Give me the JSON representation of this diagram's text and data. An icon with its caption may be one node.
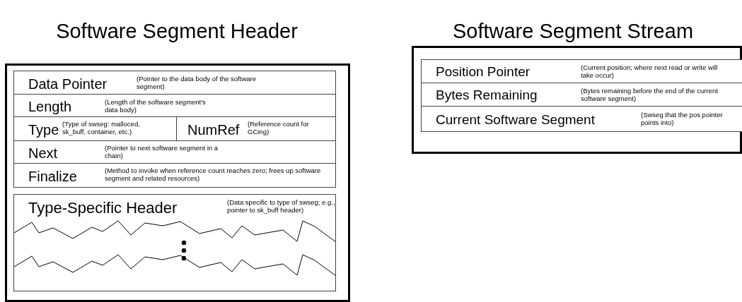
{
  "diagram": {
    "nodes": [
      {
        "text": [
          "Software Segment Header"
        ]
      },
      {
        "text": [
          "Data Pointer",
          "(Pointer to the data body of the software segment)"
        ],
        "in": 0
      },
      {
        "text": [
          "Length",
          "(Length of the software segment's data body)"
        ],
        "in": 0
      },
      {
        "text": [
          "Type",
          "(Type of swseg: malloced, sk_buff, container, etc.)"
        ],
        "in": 0
      },
      {
        "text": [
          "NumRef",
          "(Reference count for GCing)"
        ],
        "in": 0
      },
      {
        "text": [
          "Next",
          "(Pointer to next software segment in a chain)"
        ],
        "in": 0
      },
      {
        "text": [
          "Finalize",
          "(Method to invoke when reference count reaches zero; frees up software segment and related resources)"
        ],
        "in": 0
      },
      {
        "text": [
          "Type-Specific Header",
          "(Data specific to type of swseg; e.g., pointer to sk_buff header)"
        ],
        "in": 0
      },
      {
        "text": [
          "Software Segment Stream"
        ]
      },
      {
        "text": [
          "Position Pointer",
          "(Current position; where next read or write will take occur)"
        ],
        "in": 8
      },
      {
        "text": [
          "Bytes Remaining",
          "(Bytes remaining before the end of the current software segment)"
        ],
        "in": 8
      },
      {
        "text": [
          "Current Software Segment",
          "(Swseg that the pos pointer points into)"
        ],
        "in": 8
      }
    ]
  }
}
